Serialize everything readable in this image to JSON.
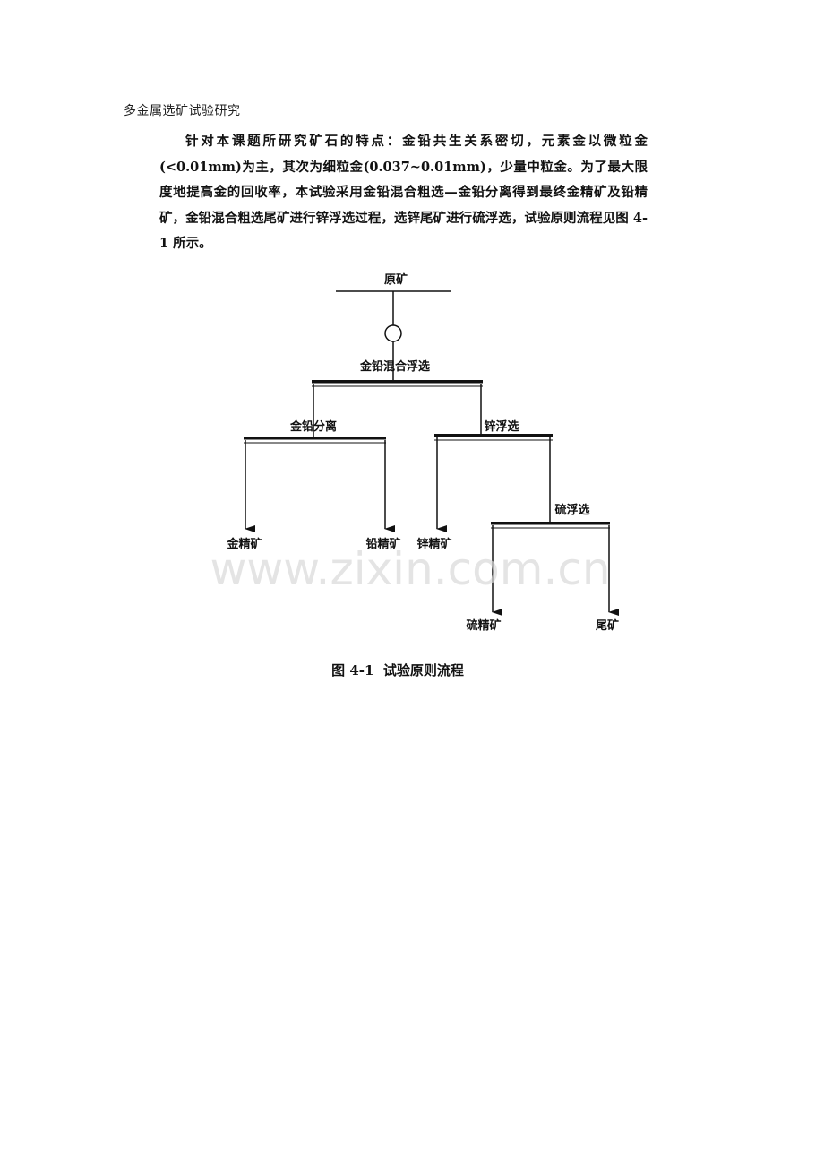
{
  "header": {
    "title": "多金属选矿试验研究"
  },
  "body": {
    "paragraph": "针对本课题所研究矿石的特点：金铅共生关系密切，元素金以微粒金(<0.01mm)为主，其次为细粒金(0.037~0.01mm)，少量中粒金。为了最大限度地提高金的回收率，本试验采用金铅混合粗选—金铅分离得到最终金精矿及铅精矿，金铅混合粗选尾矿进行锌浮选过程，选锌尾矿进行硫浮选，试验原则流程见图 4-1 所示。"
  },
  "flowchart": {
    "feed": "原矿",
    "mixed_flotation": "金铅混合浮选",
    "au_pb_separation": "金铅分离",
    "zn_flotation": "锌浮选",
    "s_flotation": "硫浮选",
    "products": {
      "au_concentrate": "金精矿",
      "pb_concentrate": "铅精矿",
      "zn_concentrate": "锌精矿",
      "s_concentrate": "硫精矿",
      "tailings": "尾矿"
    },
    "caption": "图 4-1  试验原则流程"
  },
  "watermark": {
    "text": "www.zixin.com.cn"
  }
}
